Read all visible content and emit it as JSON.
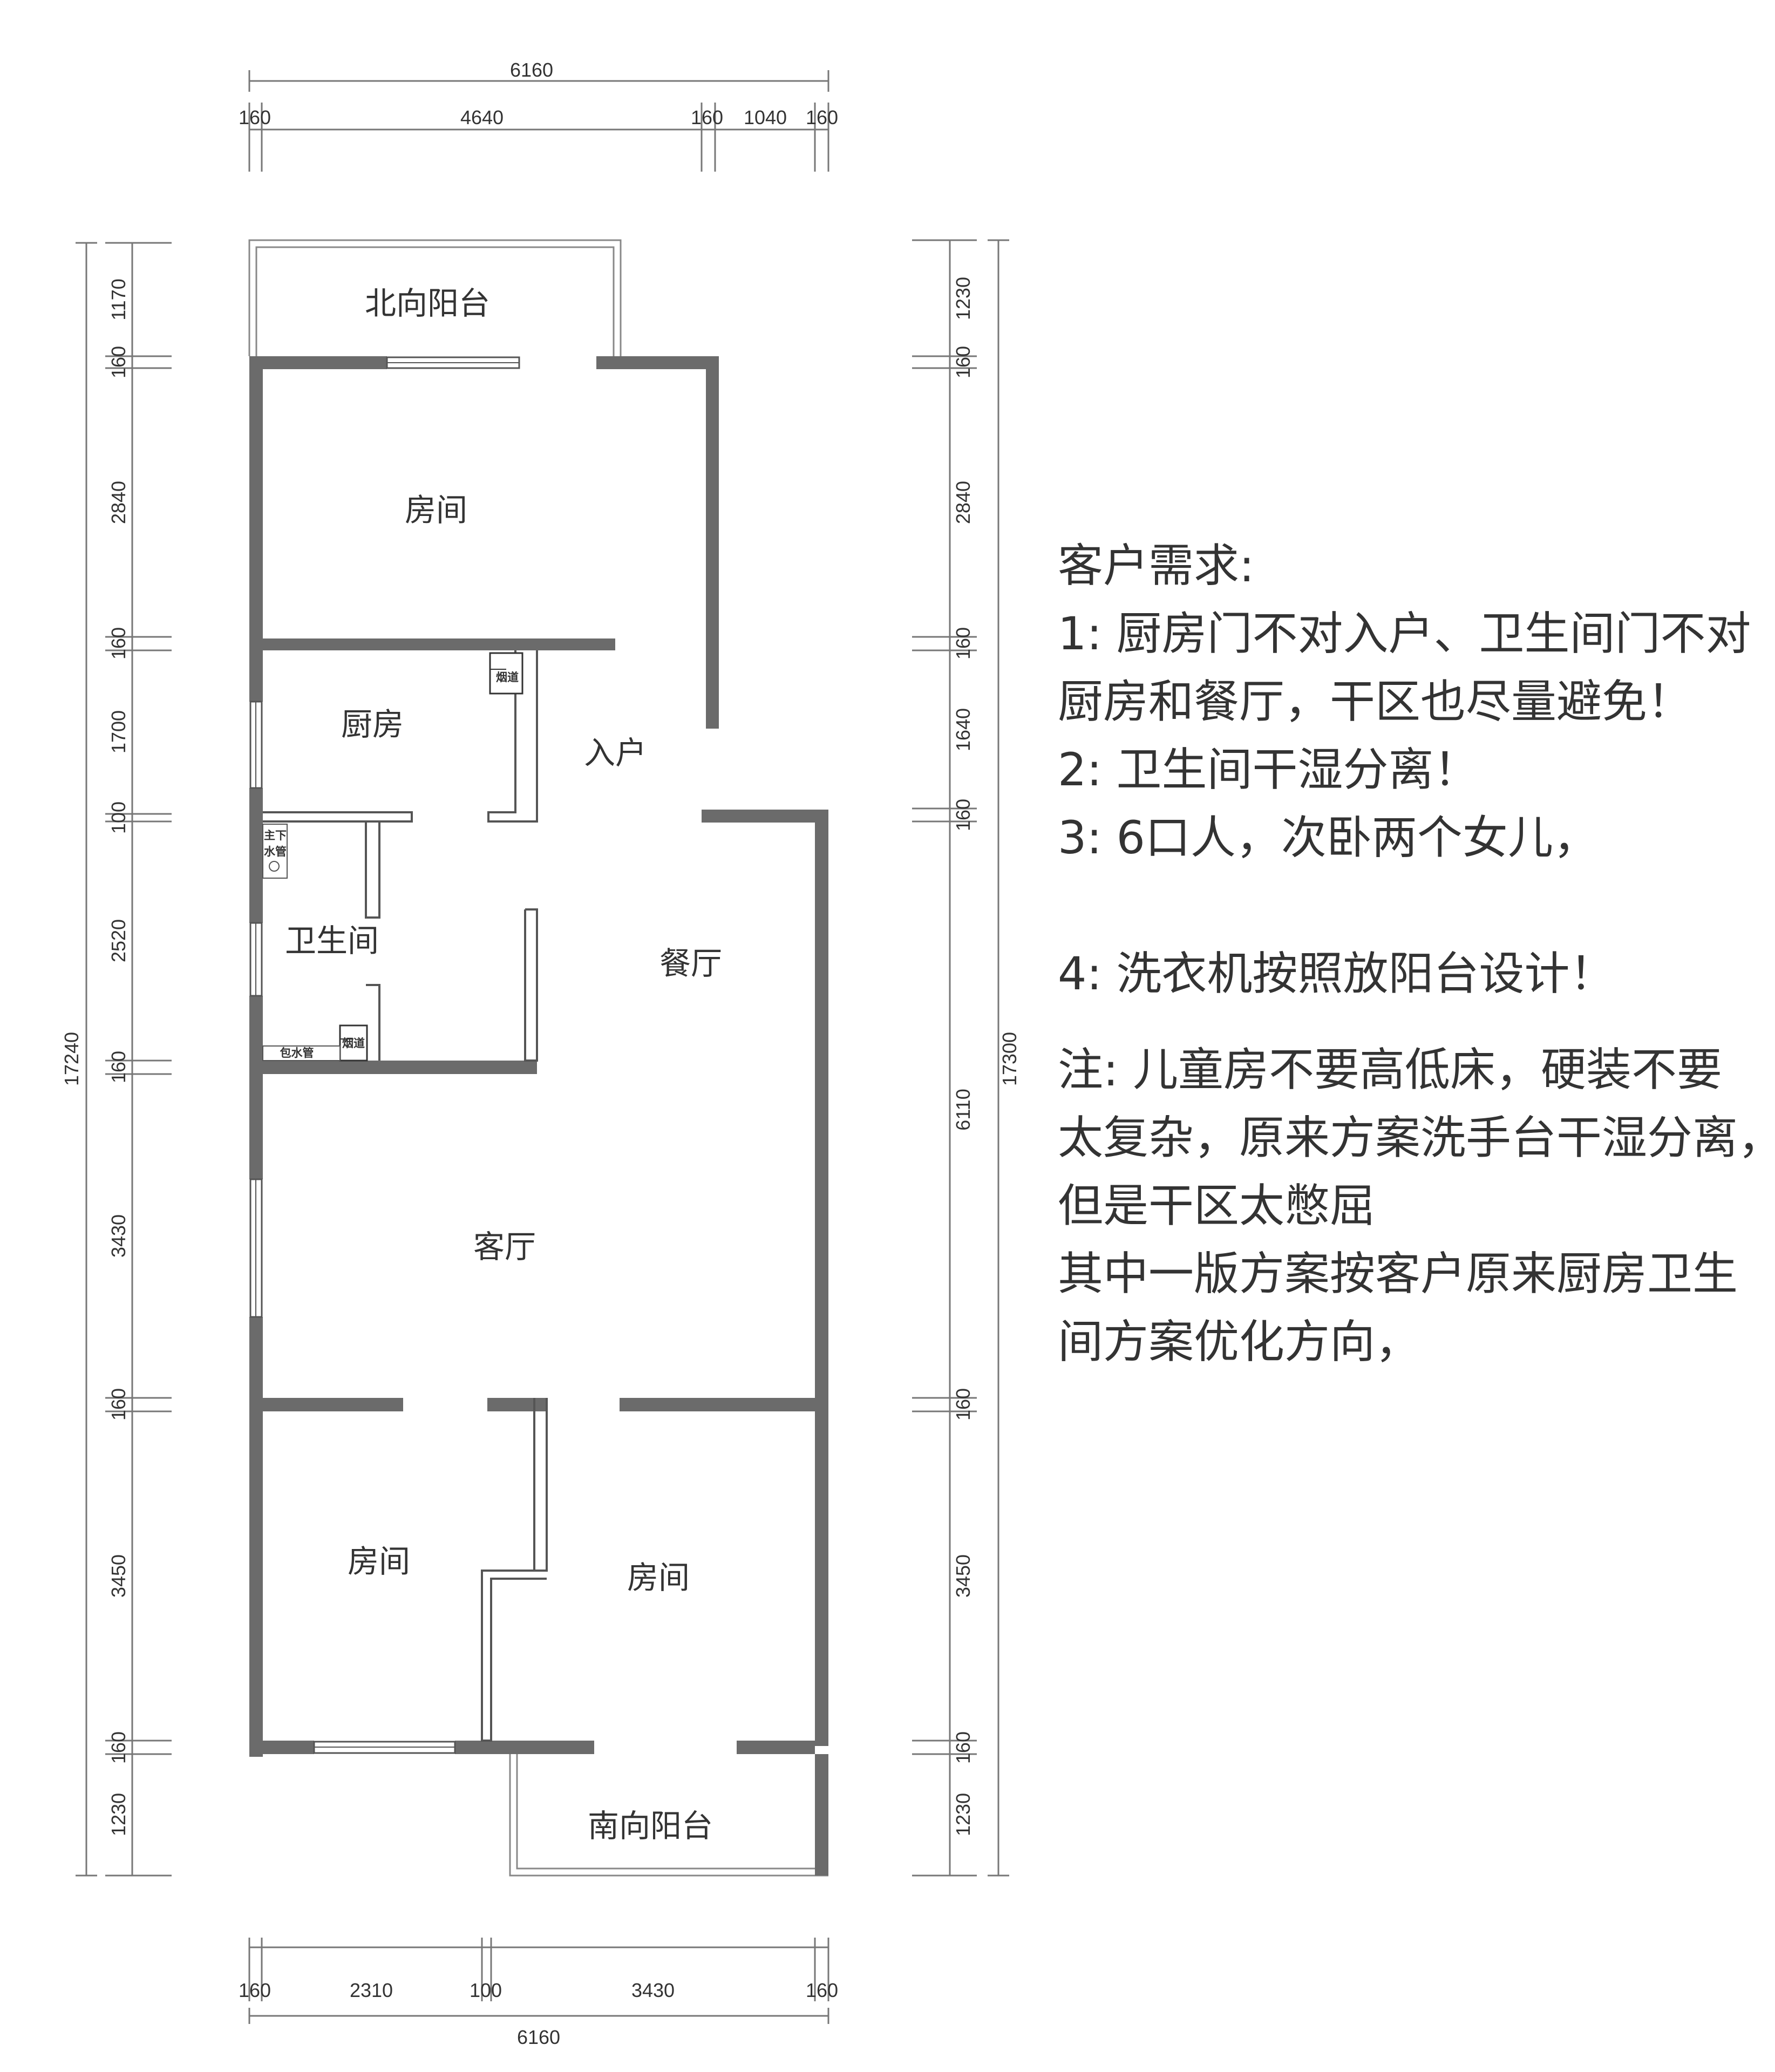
{
  "dimensions": {
    "top_total": "6160",
    "top_segments": [
      "160",
      "4640",
      "160",
      "1040",
      "160"
    ],
    "bottom_total": "6160",
    "bottom_segments": [
      "160",
      "2310",
      "100",
      "3430",
      "160"
    ],
    "left_total": "17240",
    "left_segments": [
      "1170",
      "160",
      "2840",
      "160",
      "1700",
      "100",
      "2520",
      "160",
      "3430",
      "160",
      "3450",
      "160",
      "1230"
    ],
    "right_total": "17300",
    "right_segments": [
      "1230",
      "160",
      "2840",
      "160",
      "1640",
      "160",
      "6110",
      "160",
      "3450",
      "160",
      "1230"
    ]
  },
  "rooms": {
    "north_balcony": "北向阳台",
    "north_room": "房间",
    "kitchen": "厨房",
    "entrance": "入户",
    "bathroom": "卫生间",
    "dining": "餐厅",
    "living": "客厅",
    "southwest_room": "房间",
    "southeast_room": "房间",
    "south_balcony": "南向阳台"
  },
  "fixtures": {
    "flue_kitchen": "烟道",
    "flue_bathroom": "烟道",
    "water_pipe_top": "主下",
    "water_pipe_bottom": "水管",
    "wrapped_pipe": "包水管"
  },
  "notes": {
    "title": "客户需求:",
    "req1_line1": "1: 厨房门不对入户、卫生间门不对",
    "req1_line2": "厨房和餐厅，干区也尽量避免！",
    "req2": "2: 卫生间干湿分离！",
    "req3": "3:  6口人，次卧两个女儿，",
    "req4": "4: 洗衣机按照放阳台设计！",
    "note_line1": "注: 儿童房不要高低床，硬装不要",
    "note_line2": "太复杂，原来方案洗手台干湿分离，",
    "note_line3": "但是干区太憋屈",
    "note_line4": "其中一版方案按客户原来厨房卫生",
    "note_line5": "间方案优化方向，"
  }
}
